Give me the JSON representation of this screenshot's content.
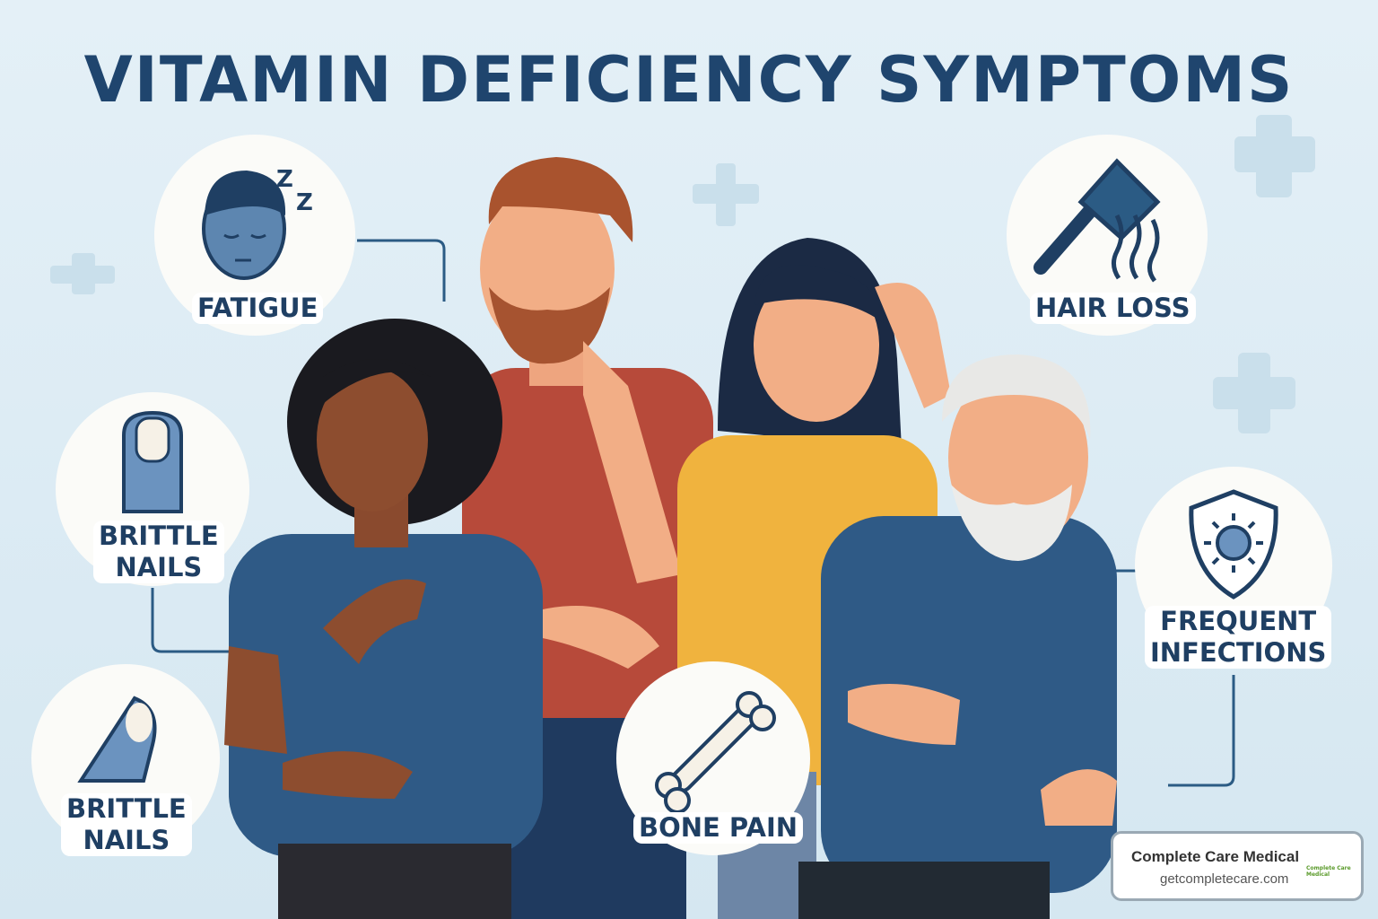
{
  "title": "VITAMIN DEFICIENCY SYMPTOMS",
  "symptoms": [
    {
      "label": "FATIGUE",
      "icon": "sleepy-face-icon"
    },
    {
      "label": "HAIR LOSS",
      "icon": "comb-hair-icon"
    },
    {
      "label": "BRITTLE\nNAILS",
      "icon": "finger-nail-icon"
    },
    {
      "label": "BRITTLE\nNAILS",
      "icon": "chipped-nail-icon"
    },
    {
      "label": "BONE PAIN",
      "icon": "bone-icon"
    },
    {
      "label": "FREQUENT\nINFECTIONS",
      "icon": "shield-virus-icon"
    }
  ],
  "brand": {
    "name": "Complete Care Medical",
    "url": "getcompletecare.com",
    "logo_text": "Complete Care Medical"
  },
  "colors": {
    "title": "#1f456e",
    "background": "#dceaf2",
    "accent": "#2b5b84"
  }
}
